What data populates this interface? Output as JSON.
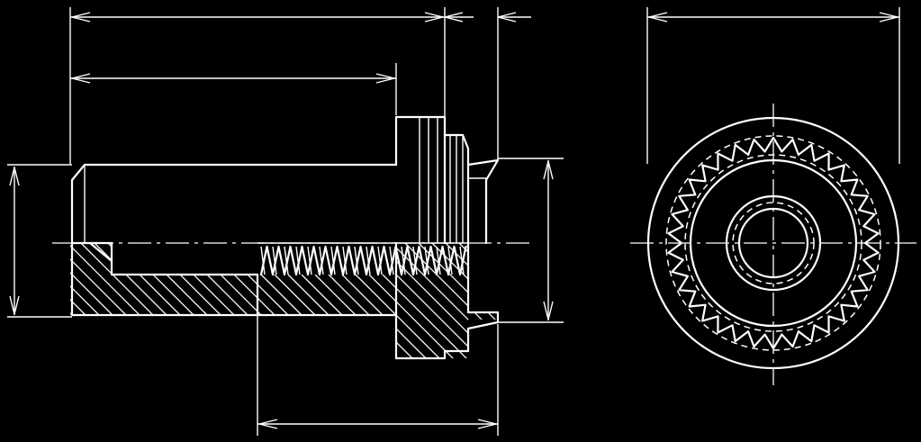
{
  "drawing": {
    "title": "",
    "background": "#000000",
    "line_color": "#ffffff",
    "views": [
      "side-section-view",
      "end-view"
    ],
    "dimensions": {
      "overall_length": "",
      "body_length": "",
      "flange_thickness": "",
      "outer_diameter": "",
      "shank_diameter": "",
      "head_diameter": "",
      "thread_length": ""
    },
    "end_view": {
      "serration_teeth": 34
    }
  }
}
